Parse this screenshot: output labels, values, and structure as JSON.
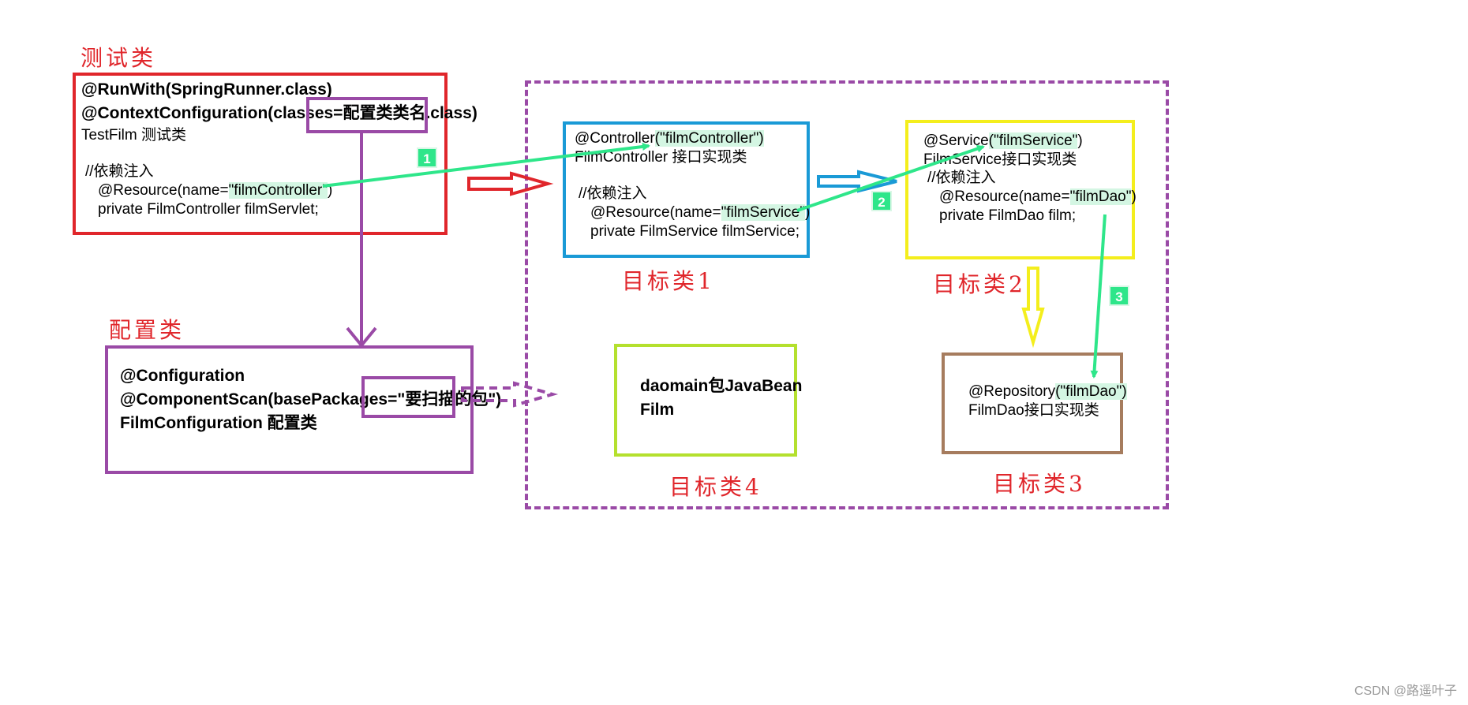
{
  "captions": {
    "test_class": "测试类",
    "config_class": "配置类",
    "target1": "目标类1",
    "target2": "目标类2",
    "target3": "目标类3",
    "target4": "目标类4"
  },
  "test_box": {
    "line1": "@RunWith(SpringRunner.class)",
    "line2_prefix": "@ContextConfiguration(classes=",
    "line2_boxed": "配置类类名.class)",
    "line3": "TestFilm 测试类",
    "line4": "//依赖注入",
    "line5_prefix": "@Resource(name=",
    "line5_hl": "\"filmController\"",
    "line5_suffix": ")",
    "line6": "private FilmController filmServlet;"
  },
  "config_box": {
    "line1": "@Configuration",
    "line2_prefix": "@ComponentScan(basePackages=",
    "line2_boxed": "\"要扫描的包\")",
    "line3": "FilmConfiguration 配置类"
  },
  "controller_box": {
    "line1_prefix": "@Controller",
    "line1_hl": "(\"filmController\")",
    "line2": "FilmController 接口实现类",
    "line3": "//依赖注入",
    "line4_prefix": "@Resource(name=",
    "line4_hl": "\"filmService\"",
    "line4_suffix": ")",
    "line5": "private FilmService filmService;"
  },
  "service_box": {
    "line1_prefix": "@Service",
    "line1_hl": "(\"filmService\"",
    "line1_suffix": ")",
    "line2": "FilmService接口实现类",
    "line3": "//依赖注入",
    "line4_prefix": "@Resource(name=",
    "line4_hl": "\"filmDao\"",
    "line4_suffix": ")",
    "line5": "private FilmDao film;"
  },
  "repository_box": {
    "line1_prefix": "@Repository",
    "line1_hl": "(\"filmDao\")",
    "line2": "FilmDao接口实现类"
  },
  "domain_box": {
    "line1": "daomain包JavaBean",
    "line2": "Film"
  },
  "badges": {
    "b1": "1",
    "b2": "2",
    "b3": "3"
  },
  "credit": "CSDN @路遥叶子",
  "colors": {
    "red": "#e0262b",
    "purple": "#9a4aa6",
    "blue": "#1a9ad6",
    "yellow": "#f4ee1c",
    "brown": "#a67c5e",
    "lime": "#b4e02e",
    "green_arrow": "#2ee68a",
    "highlight": "#d4f6e3"
  }
}
